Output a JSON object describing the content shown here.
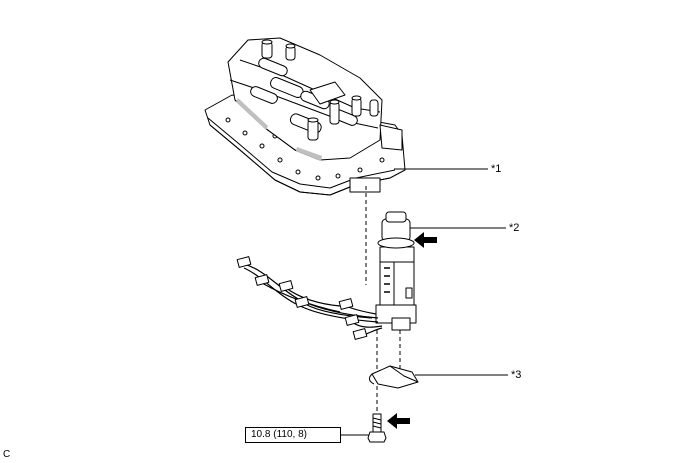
{
  "callouts": {
    "valve_body": "*1",
    "solenoid": "*2",
    "lock_plate": "*3"
  },
  "torque_spec": "10.8 (110, 8)",
  "figure_code": "C",
  "colors": {
    "line": "#000000",
    "fill": "#ffffff",
    "shade": "#bfbfbf"
  },
  "icons": [
    "arrow-right-icon",
    "arrow-left-icon"
  ]
}
